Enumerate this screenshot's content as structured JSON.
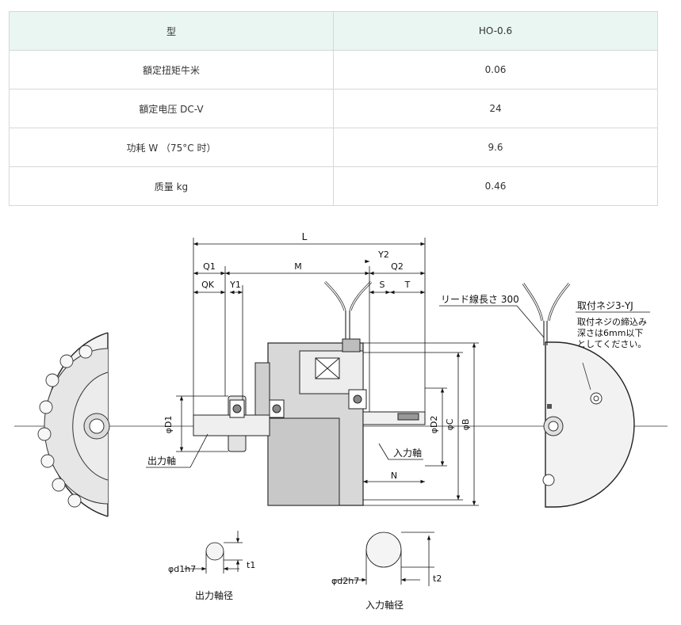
{
  "spec_table": {
    "header": {
      "label": "型",
      "value": "HO-0.6"
    },
    "rows": [
      {
        "label": "額定扭矩牛米",
        "value": "0.06"
      },
      {
        "label": "額定电压 DC-V",
        "value": "24"
      },
      {
        "label": "功耗 W （75°C 时）",
        "value": "9.6"
      },
      {
        "label": "质量 kg",
        "value": "0.46"
      }
    ]
  },
  "drawing": {
    "dims": {
      "L": "L",
      "Q1": "Q1",
      "M": "M",
      "Y2": "Y2",
      "Q2": "Q2",
      "QK": "QK",
      "Y1": "Y1",
      "S": "S",
      "T": "T",
      "N": "N",
      "D1": "φD1",
      "D2": "φD2",
      "C": "φC",
      "B": "φB"
    },
    "callouts": {
      "lead": "リード線長さ 300",
      "screw_title": "取付ネジ3-YJ",
      "screw_note_1": "取付ネジの締込み",
      "screw_note_2": "深さは6mm以下",
      "screw_note_3": "としてください。",
      "output_shaft": "出力軸",
      "input_shaft": "入力軸"
    },
    "shaft_sections": {
      "out_d": "φd1h7",
      "out_t": "t1",
      "out_label": "出力軸径",
      "in_d": "φd2h7",
      "in_t": "t2",
      "in_label": "入力軸径"
    }
  }
}
